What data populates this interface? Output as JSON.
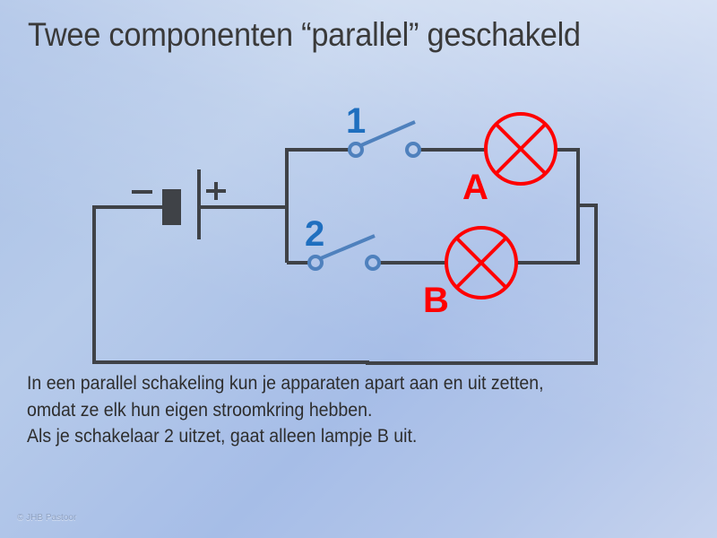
{
  "slide": {
    "title": "Twee componenten “parallel” geschakeld",
    "body_lines": [
      "In een parallel schakeling kun je apparaten apart aan en uit zetten,",
      "omdat ze elk hun eigen stroomkring hebben.",
      "Als je schakelaar 2 uitzet, gaat alleen lampje B uit."
    ],
    "copyright": "© JHB Pastoor"
  },
  "circuit": {
    "battery": {
      "minus_label": "−",
      "plus_label": "+"
    },
    "switches": [
      {
        "label": "1",
        "state": "open"
      },
      {
        "label": "2",
        "state": "open"
      }
    ],
    "lamps": [
      {
        "label": "A"
      },
      {
        "label": "B"
      }
    ],
    "colors": {
      "wire": "#3f4247",
      "switch": "#4f81bd",
      "switch_label": "#1f6fbf",
      "lamp": "#ff0000",
      "lamp_label": "#ff0000",
      "title_text": "#3a3a3a"
    }
  }
}
